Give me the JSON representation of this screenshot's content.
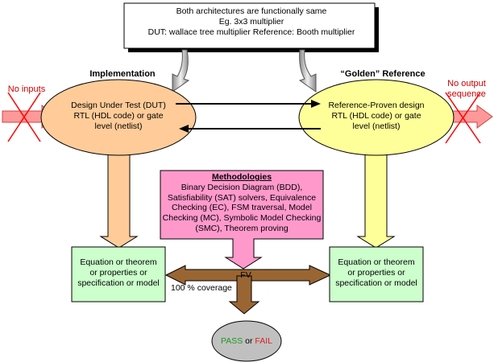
{
  "top_box": {
    "line1": "Both architectures are functionally same",
    "line2": "Eg. 3x3 multiplier",
    "line3": "DUT: wallace tree multiplier Reference: Booth multiplier"
  },
  "headings": {
    "implementation": "Implementation",
    "reference": "“Golden” Reference"
  },
  "notes": {
    "no_inputs": "No inputs",
    "no_output_line1": "No output",
    "no_output_line2": "sequence"
  },
  "dut": {
    "line1": "Design Under Test (DUT)",
    "line2": "RTL (HDL code) or gate",
    "line3": "level (netlist)"
  },
  "ref": {
    "line1": "Reference-Proven design",
    "line2": "RTL (HDL code) or gate",
    "line3": "level (netlist)"
  },
  "methodologies": {
    "title": "Methodologies",
    "line1": "Binary Decision Diagram (BDD),",
    "line2": "Satisfiability (SAT) solvers, Equivalence",
    "line3": "Checking (EC), FSM traversal, Model",
    "line4": "Checking (MC), Symbolic Model Checking",
    "line5": "(SMC), Theorem proving"
  },
  "eq_left": {
    "line1": "Equation or theorem",
    "line2": "or properties or",
    "line3": "specification or model"
  },
  "eq_right": {
    "line1": "Equation or theorem",
    "line2": "or properties or",
    "line3": "specification or model"
  },
  "fv_label": "FV",
  "coverage": "100 % coverage",
  "result": {
    "pass": "PASS",
    "or": "or",
    "fail": "FAIL"
  },
  "colors": {
    "dut_fill": "#ffcc99",
    "ref_fill": "#ffff99",
    "method_fill": "#ff99cc",
    "eq_fill": "#ccffcc",
    "fv_arrow": "#996633",
    "result_fill": "#c0c0c0",
    "side_arrow": "#ff9999",
    "cross": "#ff0000",
    "pass": "#1d9a1d",
    "fail": "#e02020"
  }
}
